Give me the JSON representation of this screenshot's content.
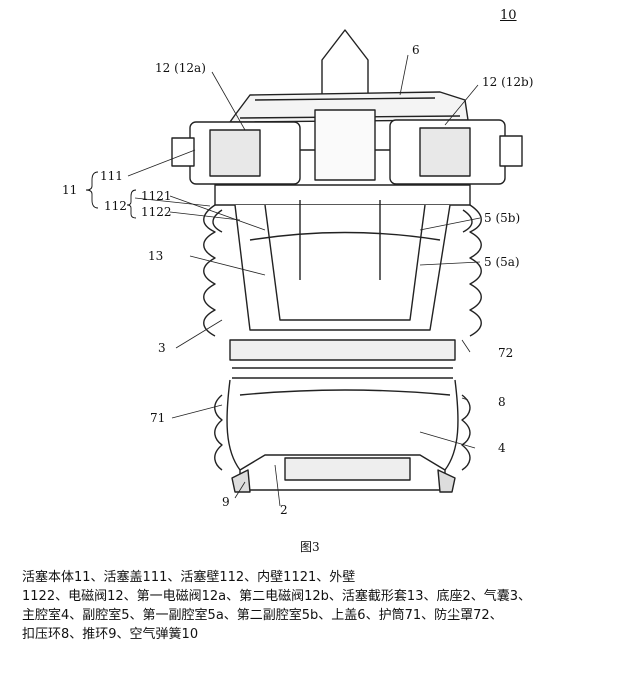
{
  "figure": {
    "number": "10",
    "caption": "图3",
    "labels": {
      "l6": "6",
      "l12a": "12 (12a)",
      "l12b": "12 (12b)",
      "l111": "111",
      "l11": "11",
      "l112": "112",
      "l1121": "1121",
      "l1122": "1122",
      "l5b": "5 (5b)",
      "l5a": "5 (5a)",
      "l13": "13",
      "l3": "3",
      "l72": "72",
      "l8": "8",
      "l71": "71",
      "l4": "4",
      "l9": "9",
      "l2": "2"
    }
  },
  "legend": {
    "line1": "活塞本体11、活塞盖111、活塞壁112、内壁1121、外壁",
    "line2": "1122、电磁阀12、第一电磁阀12a、第二电磁阀12b、活塞截形套13、底座2、气囊3、",
    "line3": "主腔室4、副腔室5、第一副腔室5a、第二副腔室5b、上盖6、护筒71、防尘罩72、",
    "line4": "扣压环8、推环9、空气弹簧10"
  }
}
